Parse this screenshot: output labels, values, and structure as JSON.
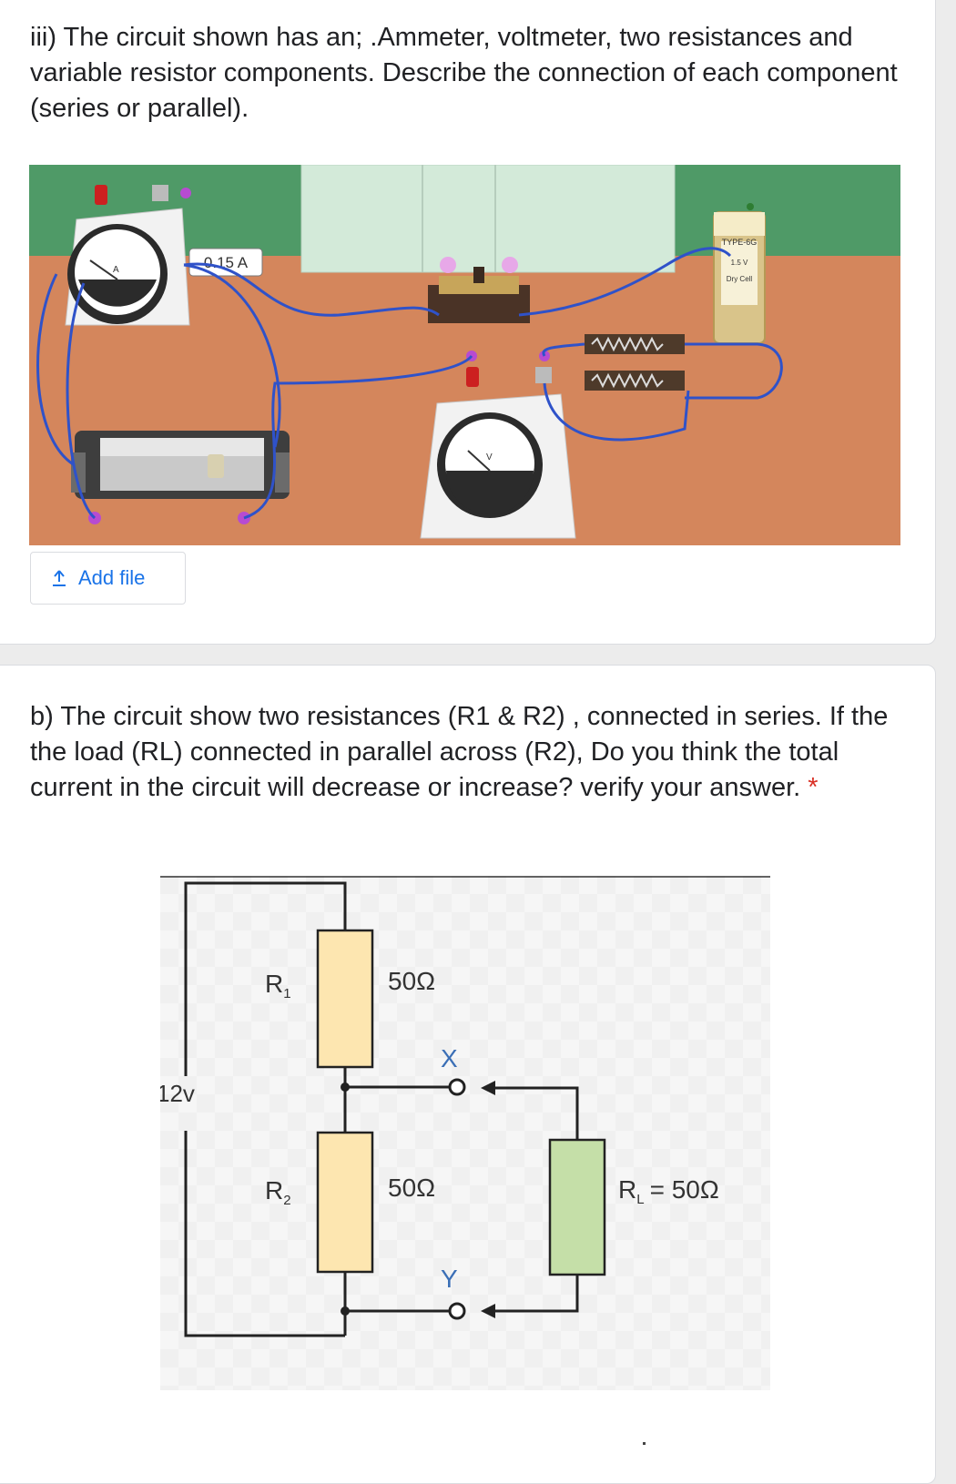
{
  "question1": {
    "text": "iii) The circuit shown has an; .Ammeter, voltmeter, two resistances and variable resistor components. Describe the connection of each component (series or parallel)."
  },
  "circuit_photo": {
    "ammeter_reading": "0.15 A",
    "ammeter_letter": "A",
    "voltmeter_letter": "V",
    "cell_type": "TYPE-6G",
    "cell_voltage": "1.5 V",
    "cell_label": "Dry Cell",
    "colors": {
      "wall": "#4f9a67",
      "floor": "#d4865c",
      "board": "#d3ead9",
      "wire": "#2f52c9"
    }
  },
  "add_file": {
    "label": "Add file",
    "icon": "upload-icon"
  },
  "question2": {
    "text": "b) The circuit show two resistances (R1 & R2) , connected in series. If the the load (RL) connected in parallel across (R2), Do you think the total current in the circuit will decrease or increase? verify your answer.",
    "required_mark": "*"
  },
  "schematic": {
    "r1_label": "R",
    "r1_sub": "1",
    "r1_value": "50Ω",
    "r2_label": "R",
    "r2_sub": "2",
    "r2_value": "50Ω",
    "source": "12v",
    "node_x": "X",
    "node_y": "Y",
    "rl_label": "R",
    "rl_sub": "L",
    "rl_value": "= 50Ω",
    "colors": {
      "resistor": "#fde6b0",
      "load": "#c5dfa8"
    }
  }
}
